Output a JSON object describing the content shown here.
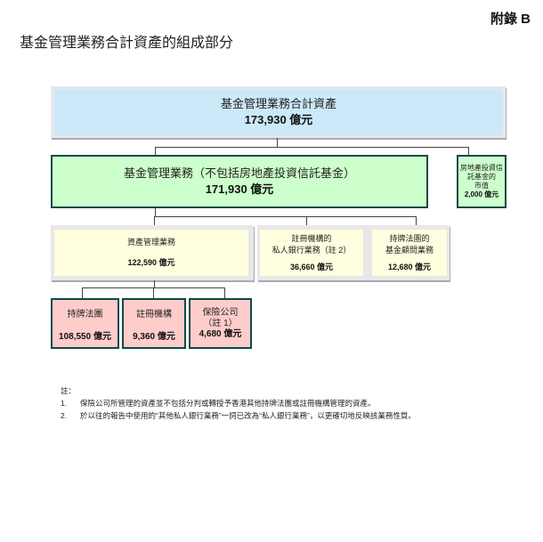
{
  "appendix": "附錄 B",
  "title": "基金管理業務合計資產的組成部分",
  "total": {
    "label": "基金管理業務合計資產",
    "value": "173,930 億元"
  },
  "fund_mgmt": {
    "label": "基金管理業務（不包括房地產投資信託基金）",
    "value": "171,930 億元"
  },
  "reit": {
    "lines": [
      "房地產投資信",
      "託基金的",
      "市值"
    ],
    "value": "2,000 億元"
  },
  "asset_mgmt": {
    "label": "資產管理業務",
    "value": "122,590 億元"
  },
  "private_banking": {
    "lines": [
      "註冊機構的",
      "私人銀行業務（註 2）"
    ],
    "value": "36,660 億元"
  },
  "advisory": {
    "lines": [
      "持牌法團的",
      "基金顧問業務"
    ],
    "value": "12,680 億元"
  },
  "licensed": {
    "label": "持牌法團",
    "value": "108,550 億元"
  },
  "registered": {
    "label": "註冊機構",
    "value": "9,360 億元"
  },
  "insurance": {
    "lines": [
      "保險公司",
      "（註 1）"
    ],
    "value": "4,680 億元"
  },
  "notes": {
    "heading": "註：",
    "items": [
      {
        "num": "1.",
        "text": "保險公司所管理的資產並不包括分判或轉授予香港其他持牌法團或註冊機構管理的資產。"
      },
      {
        "num": "2.",
        "text": "於以往的報告中使用的“其他私人銀行業務”一詞已改為“私人銀行業務”，以更確切地反映該業務性質。"
      }
    ]
  }
}
